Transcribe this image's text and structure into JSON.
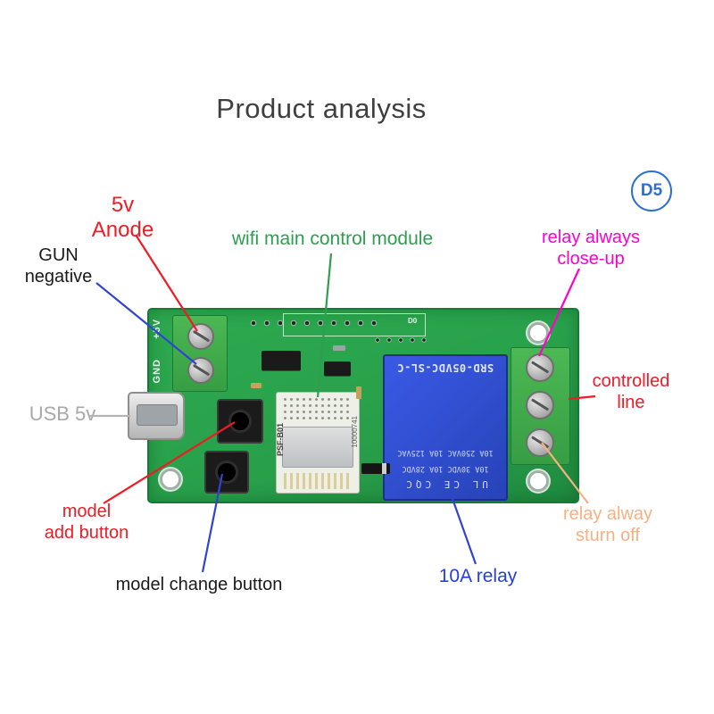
{
  "title": "Product analysis",
  "badge": "D5",
  "labels": {
    "anode": {
      "line1": "5v",
      "line2": "Anode"
    },
    "gun_negative": {
      "line1": "GUN",
      "line2": "negative"
    },
    "wifi_module": "wifi main control module",
    "relay_close": {
      "line1": "relay always",
      "line2": "close-up"
    },
    "controlled_line": {
      "line1": "controlled",
      "line2": "line"
    },
    "usb": "USB 5v",
    "model_add": {
      "line1": "model",
      "line2": "add button"
    },
    "model_change": "model change button",
    "relay_10a": "10A relay",
    "relay_off": {
      "line1": "relay alway",
      "line2": "sturn off"
    }
  },
  "board": {
    "silk_5v": "+5V",
    "silk_gnd": "GND",
    "silk_d0": "D0",
    "module_name": "PSF-B01",
    "module_serial": "10000741",
    "relay_model": "SRD-05VDC-SL-C",
    "relay_rating1": "10A 250VAC 10A 125VAC",
    "relay_rating2": "10A 30VDC 10A 28VDC",
    "relay_marks": "UL CE CQC"
  },
  "colors": {
    "pcb_green": "#2aa24c",
    "relay_blue": "#2f4fd2",
    "label_red": "#ee1c25",
    "label_green": "#2e9e4f",
    "label_magenta": "#ff00cc",
    "label_blue": "#2640d9",
    "label_orange": "#f5b183",
    "label_gray": "#a8a8a8",
    "badge_blue": "#2b6fd4"
  }
}
